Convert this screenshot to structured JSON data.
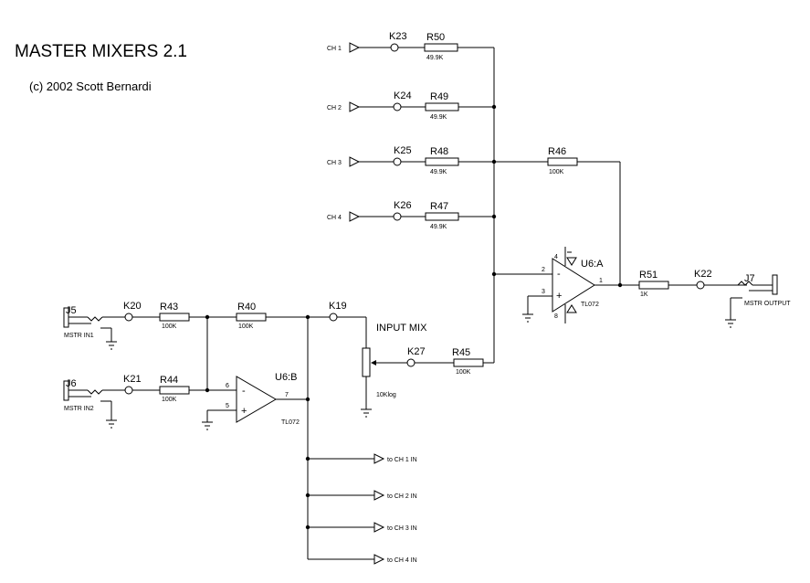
{
  "title": "MASTER MIXERS 2.1",
  "copyright": "(c) 2002 Scott Bernardi",
  "ports": {
    "ch1": "CH 1",
    "ch2": "CH 2",
    "ch3": "CH 3",
    "ch4": "CH 4",
    "to_ch1": "to CH 1 IN",
    "to_ch2": "to CH 2 IN",
    "to_ch3": "to CH 3 IN",
    "to_ch4": "to CH 4 IN"
  },
  "connectors": {
    "j5": {
      "ref": "J5",
      "label": "MSTR IN1"
    },
    "j6": {
      "ref": "J6",
      "label": "MSTR IN2"
    },
    "j7": {
      "ref": "J7",
      "label": "MSTR OUTPUT"
    }
  },
  "test_points": {
    "k19": "K19",
    "k20": "K20",
    "k21": "K21",
    "k22": "K22",
    "k23": "K23",
    "k24": "K24",
    "k25": "K25",
    "k26": "K26",
    "k27": "K27"
  },
  "resistors": {
    "r40": {
      "ref": "R40",
      "value": "100K"
    },
    "r43": {
      "ref": "R43",
      "value": "100K"
    },
    "r44": {
      "ref": "R44",
      "value": "100K"
    },
    "r45": {
      "ref": "R45",
      "value": "100K"
    },
    "r46": {
      "ref": "R46",
      "value": "100K"
    },
    "r47": {
      "ref": "R47",
      "value": "49.9K"
    },
    "r48": {
      "ref": "R48",
      "value": "49.9K"
    },
    "r49": {
      "ref": "R49",
      "value": "49.9K"
    },
    "r50": {
      "ref": "R50",
      "value": "49.9K"
    },
    "r51": {
      "ref": "R51",
      "value": "1K"
    }
  },
  "potentiometer": {
    "label": "INPUT MIX",
    "value": "10Klog"
  },
  "opamps": {
    "u6a": {
      "ref": "U6:A",
      "part": "TL072",
      "pin_out": "1",
      "pin_inv": "2",
      "pin_noninv": "3",
      "pin_vplus": "4",
      "pin_vminus": "8"
    },
    "u6b": {
      "ref": "U6:B",
      "part": "TL072",
      "pin_out": "7",
      "pin_inv": "6",
      "pin_noninv": "5"
    }
  },
  "signs": {
    "minus": "-",
    "plus": "+"
  }
}
